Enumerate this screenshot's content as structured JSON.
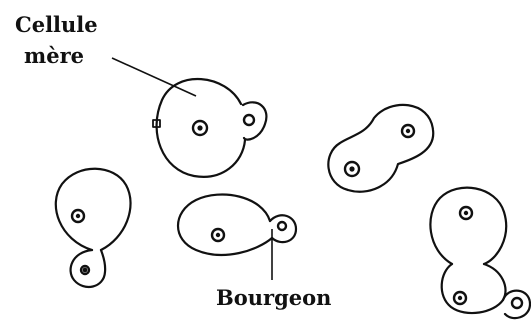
{
  "labels": {
    "mother_cell_line1": "Cellule",
    "mother_cell_line2": "mère",
    "bud": "Bourgeon"
  },
  "colors": {
    "ink": "#111111",
    "background": "#ffffff"
  }
}
